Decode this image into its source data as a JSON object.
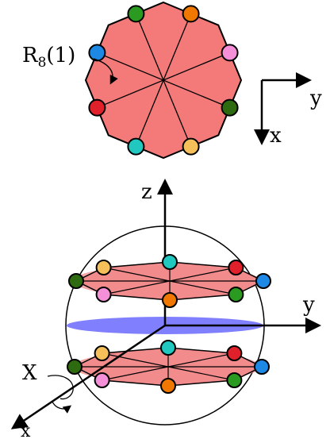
{
  "title": "",
  "labels": {
    "rotation_operator": "R",
    "rotation_subscript": "8",
    "rotation_argument": "(1)",
    "top_axis_x": "x",
    "top_axis_y": "y",
    "axis_z": "z",
    "axis_y": "y",
    "axis_x": "x",
    "rotation_x_label": "X"
  },
  "colors": {
    "octagon_fill": "#f47a7a",
    "disc_fill": "#f28b8b",
    "equator_fill": "#8080ff",
    "sphere_stroke": "#000000",
    "ring_colors": [
      "#f07800",
      "#f48fd8",
      "#2e6b10",
      "#f5c05a",
      "#20c8c0",
      "#e0202a",
      "#1e88e5",
      "#2a9b20"
    ]
  },
  "diagram": {
    "octagon_sites": 8,
    "top_disc_sites": 8,
    "bottom_disc_sites": 8,
    "sphere_shown": true,
    "equator_plane_shown": true,
    "axes_3d": [
      "x",
      "y",
      "z"
    ],
    "axes_top_view": [
      "x",
      "y"
    ]
  }
}
